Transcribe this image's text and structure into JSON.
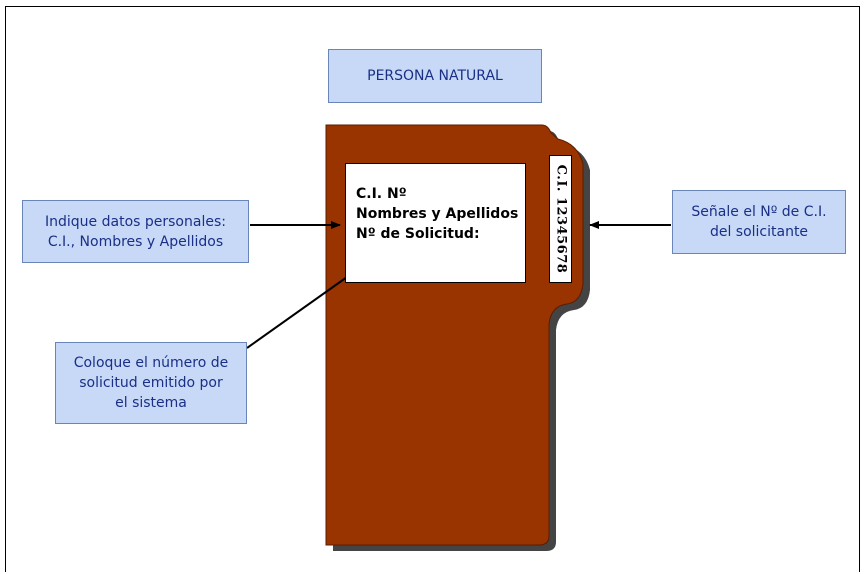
{
  "title": "PERSONA NATURAL",
  "callouts": {
    "datos_personales": "Indique datos personales:\nC.I., Nombres y Apellidos",
    "numero_solicitud": "Coloque el número de\nsolicitud emitido por\nel sistema",
    "numero_ci": "Señale el Nº de C.I.\ndel solicitante"
  },
  "folder_label": {
    "line1": "C.I. Nº",
    "line2": "Nombres y Apellidos",
    "line3": "Nº de Solicitud:"
  },
  "folder_tab": {
    "text": "C.I. 12345678"
  },
  "colors": {
    "folder": "#993300",
    "folder_shadow": "#444444",
    "callout_fill": "#c7d9f7",
    "callout_border": "#6a85b8",
    "callout_text": "#1a2f86"
  }
}
